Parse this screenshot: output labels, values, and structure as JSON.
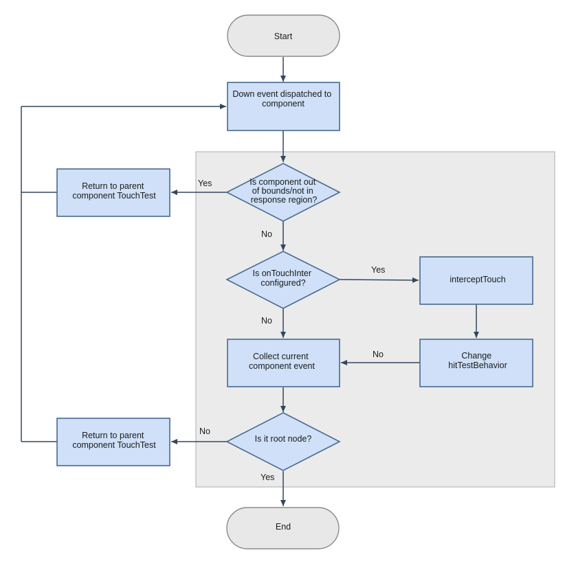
{
  "nodes": {
    "start": [
      "Start"
    ],
    "down_event": [
      "Down event dispatched to",
      "component"
    ],
    "out_of_bounds": [
      "Is component out",
      "of bounds/not in",
      "response region?"
    ],
    "return_parent_1": [
      "Return to parent",
      "component TouchTest"
    ],
    "on_touch_inter": [
      "Is onTouchInter",
      "configured?"
    ],
    "intercept_touch": [
      "interceptTouch"
    ],
    "change_behavior": [
      "Change",
      "hitTestBehavior"
    ],
    "collect_event": [
      "Collect current",
      "component event"
    ],
    "root_node": [
      "Is it root node?"
    ],
    "return_parent_2": [
      "Return to parent",
      "component TouchTest"
    ],
    "end": [
      "End"
    ]
  },
  "edge_labels": {
    "yes_out_of_bounds": "Yes",
    "no_out_of_bounds": "No",
    "yes_touch_inter": "Yes",
    "no_touch_inter": "No",
    "no_change_behavior": "No",
    "no_root": "No",
    "yes_root": "Yes"
  },
  "colors": {
    "process_fill": "#cfe0f8",
    "process_stroke": "#47698f",
    "terminal_fill": "#e8e8e8",
    "region_fill": "#ebebeb",
    "line": "#34465c"
  }
}
